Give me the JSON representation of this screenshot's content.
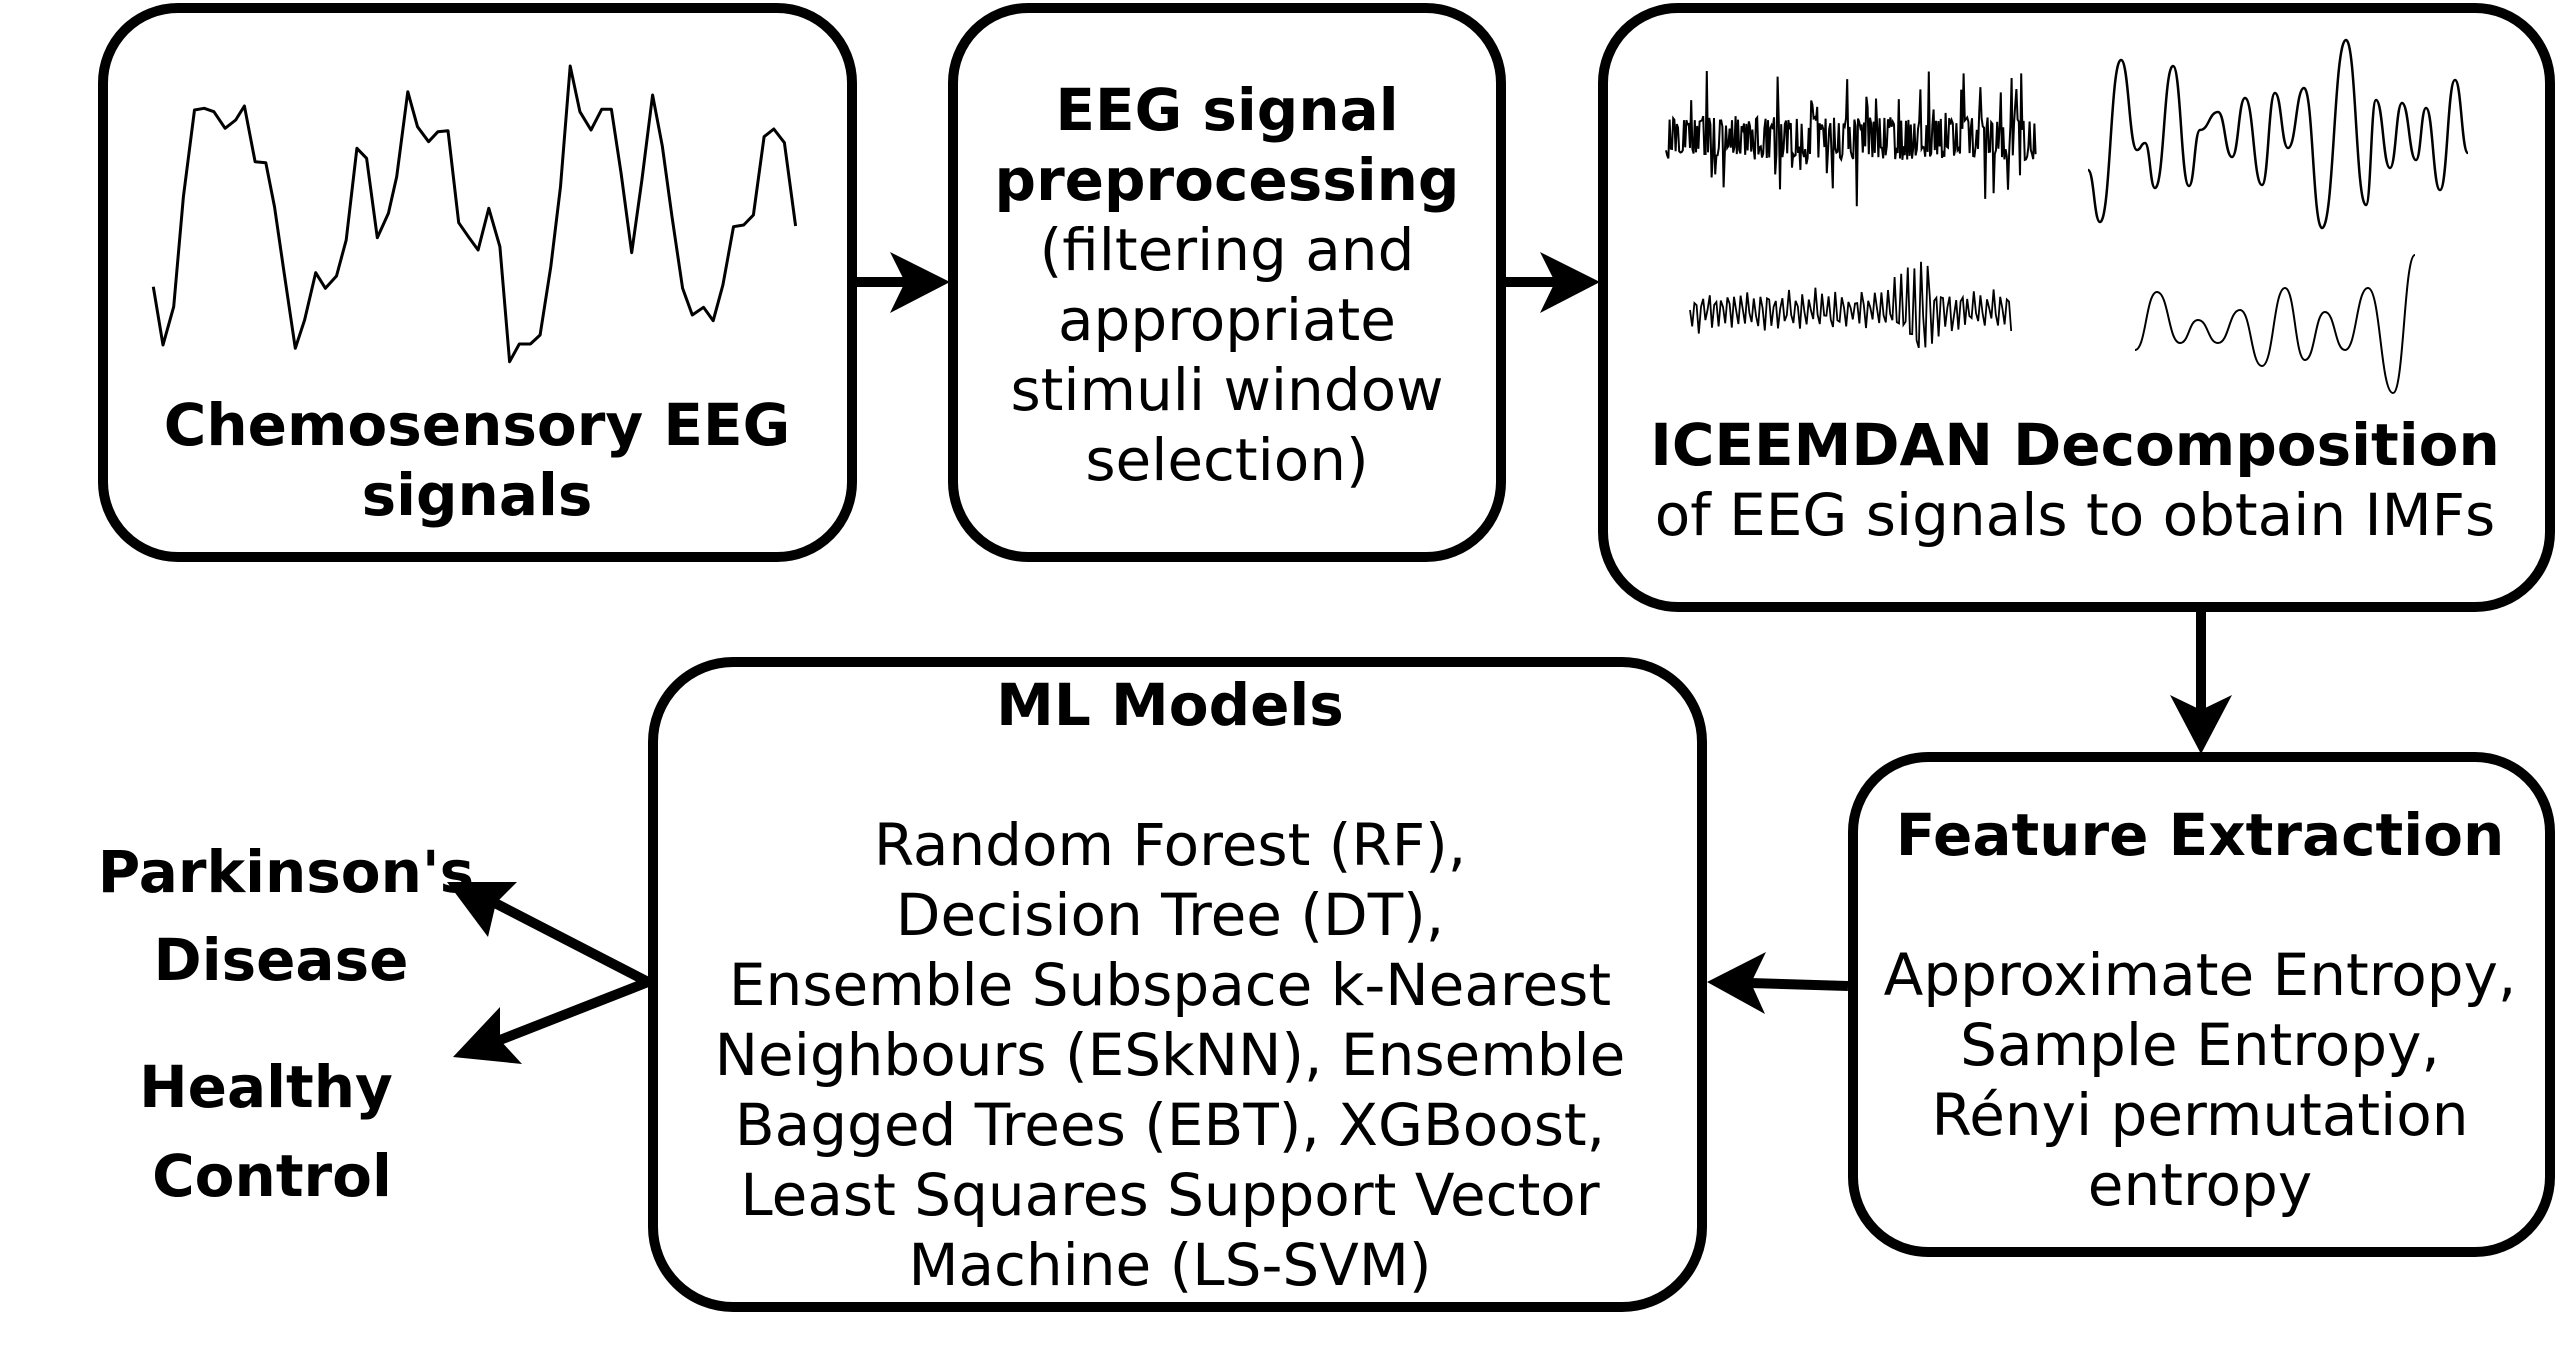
{
  "diagram": {
    "type": "flowchart",
    "colors": {
      "stroke": "#000000",
      "background": "#ffffff",
      "text": "#000000"
    },
    "nodes": {
      "input": {
        "title_lines": [
          "Chemosensory EEG",
          "signals"
        ],
        "icon": "eeg-waveform-icon"
      },
      "preprocessing": {
        "title_lines": [
          "EEG signal",
          "preprocessing"
        ],
        "body_lines": [
          "(filtering and",
          "appropriate",
          "stimuli window",
          "selection)"
        ]
      },
      "decomposition": {
        "title": "ICEEMDAN Decomposition",
        "body": "of EEG signals to obtain IMFs",
        "icons": [
          "imf-waveform-1-icon",
          "imf-waveform-2-icon",
          "imf-waveform-3-icon",
          "imf-waveform-4-icon"
        ]
      },
      "features": {
        "title": "Feature Extraction",
        "body_lines": [
          "Approximate Entropy,",
          "Sample Entropy,",
          "Rényi permutation",
          "entropy"
        ]
      },
      "models": {
        "title": "ML Models",
        "body_lines": [
          "Random Forest (RF),",
          "Decision Tree (DT),",
          "Ensemble Subspace k-Nearest",
          "Neighbours (ESkNN), Ensemble",
          "Bagged Trees (EBT), XGBoost,",
          "Least Squares Support Vector",
          "Machine (LS-SVM)"
        ]
      }
    },
    "outputs": {
      "parkinsons": [
        "Parkinson's",
        "Disease"
      ],
      "healthy": [
        "Healthy",
        "Control"
      ]
    },
    "edges": [
      {
        "from": "input",
        "to": "preprocessing"
      },
      {
        "from": "preprocessing",
        "to": "decomposition"
      },
      {
        "from": "decomposition",
        "to": "features"
      },
      {
        "from": "features",
        "to": "models"
      },
      {
        "from": "models",
        "to": "parkinsons"
      },
      {
        "from": "models",
        "to": "healthy"
      }
    ]
  }
}
